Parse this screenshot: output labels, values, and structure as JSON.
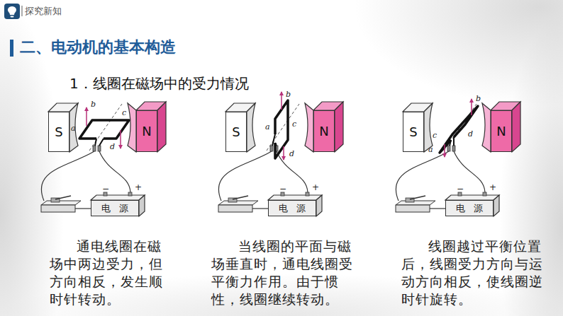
{
  "diagram": {
    "title": "二、电动机的基本构造",
    "nodes": [
      {
        "text": [
          "S"
        ]
      },
      {
        "text": [
          "N"
        ]
      },
      {
        "text": [
          "电 源"
        ]
      },
      {
        "text": [
          "S"
        ]
      },
      {
        "text": [
          "N"
        ]
      },
      {
        "text": [
          "电 源"
        ]
      },
      {
        "text": [
          "S"
        ]
      },
      {
        "text": [
          "N"
        ]
      },
      {
        "text": [
          "电 源"
        ]
      }
    ],
    "labels": [
      "探究新知",
      "1．线圈在磁场中的受力情况",
      "b",
      "c",
      "a",
      "d",
      "−",
      "+",
      "通电线圈在磁场中两边受力，但方向相反，发生顺时针转动。",
      "b",
      "a",
      "c",
      "d",
      "−",
      "+",
      "当线圈的平面与磁场垂直时，通电线圈受平衡力作用。由于惯性，线圈继续转动。",
      "c",
      "b",
      "a",
      "d",
      "−",
      "+",
      "线圈越过平衡位置后，线圈受力方向与运动方向相反，使线圈逆时针旋转。"
    ]
  }
}
